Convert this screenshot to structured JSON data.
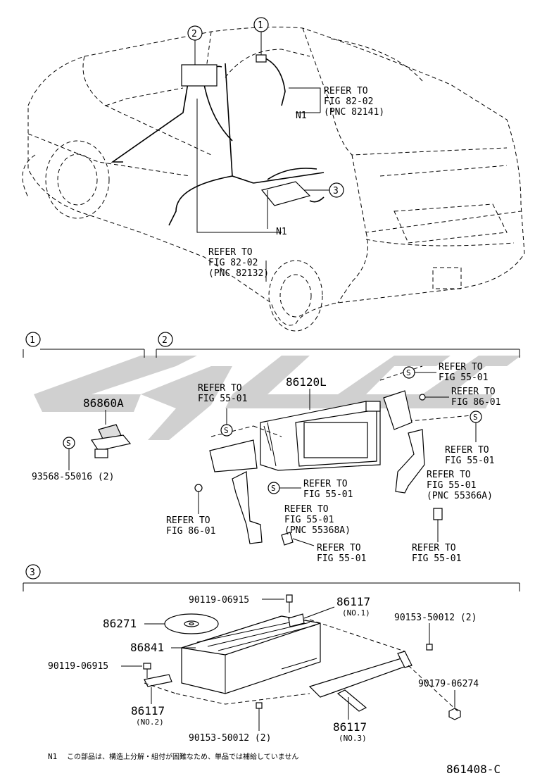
{
  "sections": {
    "s1": "1",
    "s2": "2",
    "s3": "3"
  },
  "overview": {
    "callout1": "1",
    "callout2": "2",
    "callout3": "3",
    "n1_top": "N1",
    "n1_bottom": "N1",
    "ref_top": [
      "REFER TO",
      "FIG 82-02",
      "(PNC 82141)"
    ],
    "ref_bottom": [
      "REFER TO",
      "FIG 82-02",
      "(PNC 82132)"
    ]
  },
  "sec1": {
    "part": "86860A",
    "bolt": "93568-55016 (2)",
    "s_mark": "S"
  },
  "sec2": {
    "main_part": "86120L",
    "s_mark": "S",
    "ref_left_top": [
      "REFER TO",
      "FIG 55-01"
    ],
    "ref_right_top1": [
      "REFER TO",
      "FIG 55-01"
    ],
    "ref_right_top2": [
      "REFER TO",
      "FIG 86-01"
    ],
    "ref_right_mid": [
      "REFER TO",
      "FIG 55-01"
    ],
    "ref_right_pnc": [
      "REFER TO",
      "FIG 55-01",
      "(PNC 55366A)"
    ],
    "ref_center1": [
      "REFER TO",
      "FIG 55-01"
    ],
    "ref_center_pnc": [
      "REFER TO",
      "FIG 55-01",
      "(PNC 55368A)"
    ],
    "ref_left_86": [
      "REFER TO",
      "FIG 86-01"
    ],
    "ref_center_bottom": [
      "REFER TO",
      "FIG 55-01"
    ],
    "ref_right_bottom": [
      "REFER TO",
      "FIG 55-01"
    ]
  },
  "sec3": {
    "p90119_top": "90119-06915",
    "p86117_no1": "86117",
    "no1": "(NO.1)",
    "p86271": "86271",
    "p86841": "86841",
    "p90153_right": "90153-50012 (2)",
    "p90119_left": "90119-06915",
    "p90179": "90179-06274",
    "p86117_no2": "86117",
    "no2": "(NO.2)",
    "p86117_no3": "86117",
    "no3": "(NO.3)",
    "p90153_bottom": "90153-50012 (2)"
  },
  "footnote": {
    "mark": "N1",
    "text": "この部品は、構造上分解・組付が困難なため、単品では補給していません"
  },
  "figure_id": "861408-C"
}
